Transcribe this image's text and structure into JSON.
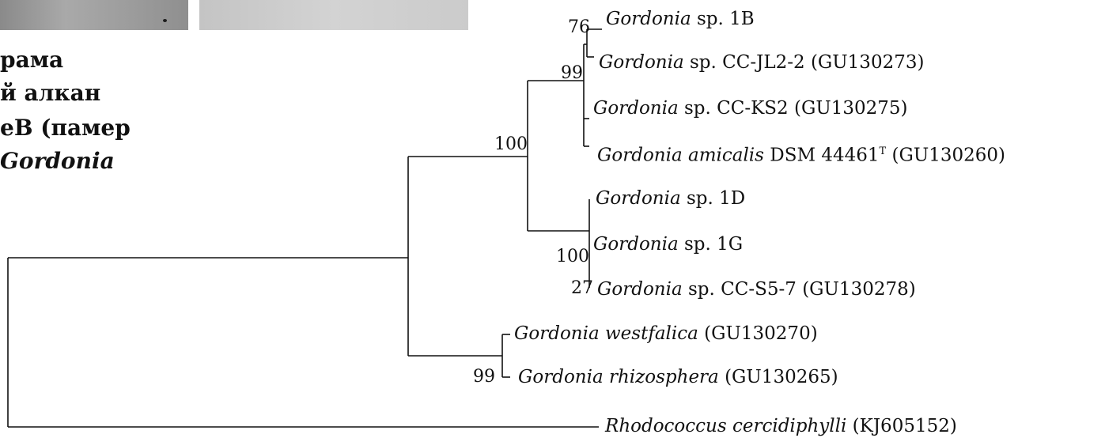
{
  "caption_lines": [
    "рама",
    "й алкан",
    "еВ (памер",
    "Gordonia"
  ],
  "taxa": {
    "sp_1B": {
      "genus": "Gordonia",
      "rest": " sp. 1B"
    },
    "cc_jl2_2": {
      "genus": "Gordonia",
      "rest": " sp. CC-JL2-2 (GU130273)"
    },
    "cc_ks2": {
      "genus": "Gordonia",
      "rest": " sp. CC-KS2 (GU130275)"
    },
    "amicalis": {
      "genus": "Gordonia amicalis",
      "rest": " DSM 44461",
      "sup": "T",
      "rest2": " (GU130260)"
    },
    "sp_1D": {
      "genus": "Gordonia",
      "rest": " sp. 1D"
    },
    "sp_1G": {
      "genus": "Gordonia",
      "rest": " sp. 1G"
    },
    "cc_s5_7": {
      "genus": "Gordonia",
      "rest": " sp. CC-S5-7 (GU130278)"
    },
    "westfalica": {
      "genus": "Gordonia westfalica",
      "rest": " (GU130270)"
    },
    "rhizosphera": {
      "genus": "Gordonia rhizosphera",
      "rest": " (GU130265)"
    },
    "rhodococcus": {
      "genus": "Rhodococcus cercidiphylli",
      "rest": " (KJ605152)"
    }
  },
  "bootstrap": {
    "b76": "76",
    "b99_upper": "99",
    "b100_gordonia": "100",
    "b100_lower": "100",
    "b27": "27",
    "b99_lower": "99"
  }
}
